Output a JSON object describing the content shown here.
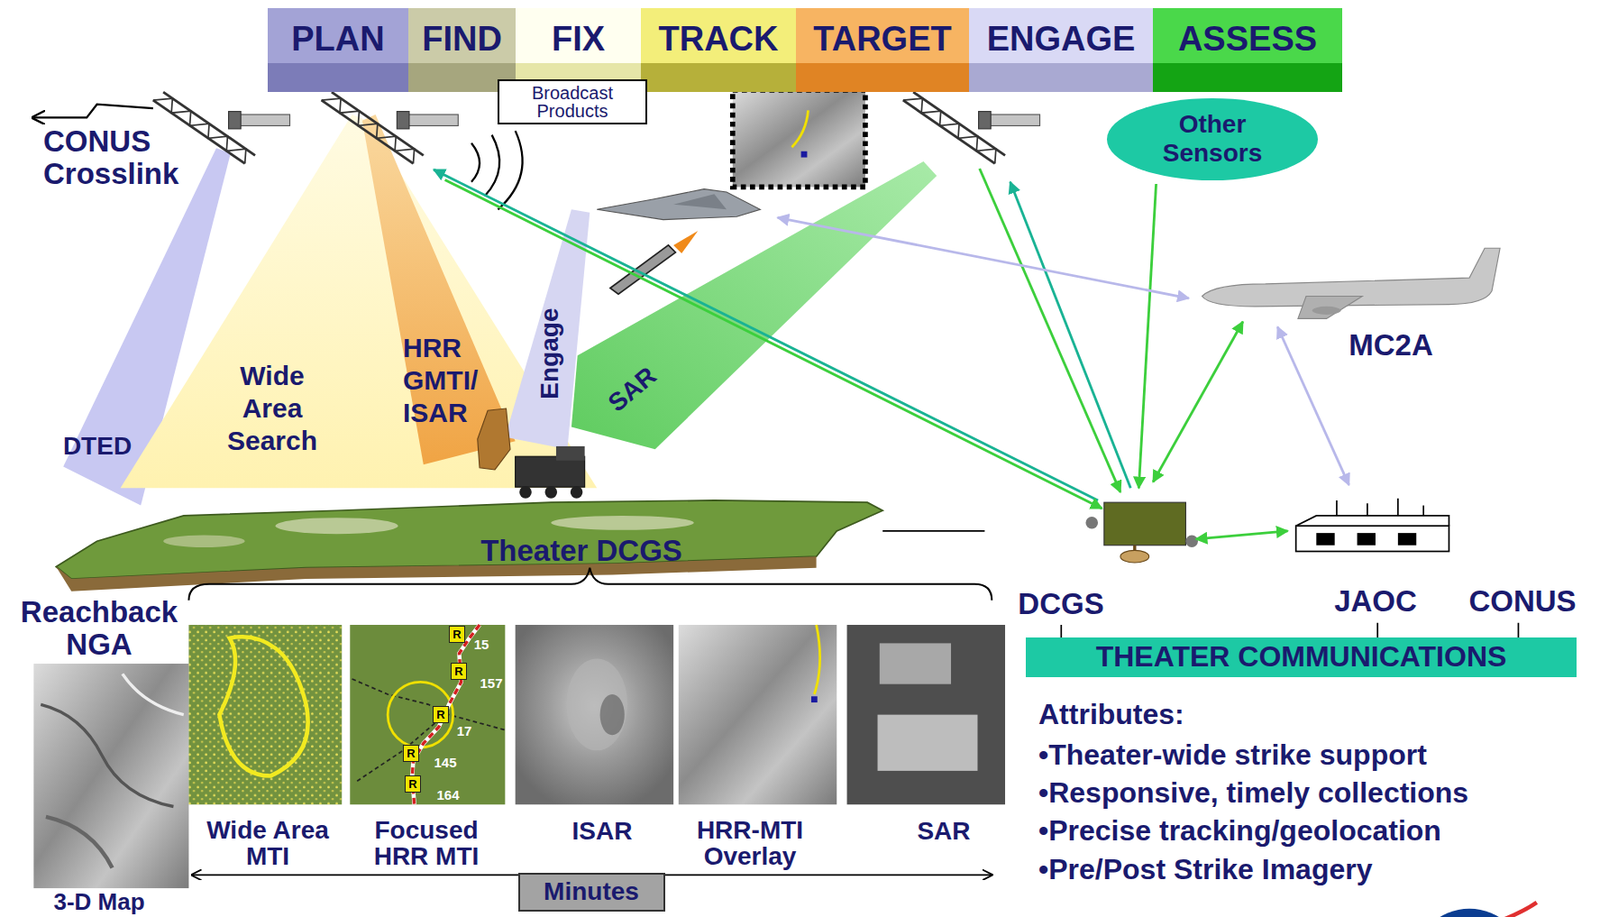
{
  "diagram": {
    "nodes": [
      {
        "text": [
          "PLAN"
        ]
      },
      {
        "text": [
          "FIND"
        ]
      },
      {
        "text": [
          "FIX"
        ]
      },
      {
        "text": [
          "TRACK"
        ]
      },
      {
        "text": [
          "TARGET"
        ]
      },
      {
        "text": [
          "ENGAGE"
        ]
      },
      {
        "text": [
          "ASSESS"
        ]
      },
      {
        "text": [
          "Broadcast Products"
        ]
      },
      {
        "text": [
          "Other Sensors"
        ]
      },
      {
        "text": [
          "THEATER COMMUNICATIONS"
        ]
      },
      {
        "text": [
          "R"
        ]
      },
      {
        "text": [
          "R"
        ]
      },
      {
        "text": [
          "R"
        ]
      },
      {
        "text": [
          "R"
        ]
      },
      {
        "text": [
          "R"
        ]
      },
      {
        "text": [
          "Minutes"
        ]
      }
    ],
    "labels": [
      "CONUS Crosslink",
      "DTED",
      "Wide Area Search",
      "HRR GMTI/ ISAR",
      "Engage",
      "SAR",
      "MC2A",
      "Theater DCGS",
      "Reachback NGA",
      "DCGS",
      "JAOC",
      "CONUS",
      "15",
      "157",
      "17",
      "145",
      "164",
      "3-D Map",
      "Wide Area MTI",
      "Focused HRR MTI",
      "ISAR",
      "HRR-MTI Overlay",
      "SAR",
      "Attributes:",
      "•Theater-wide strike support",
      "•Responsive, timely collections",
      "•Precise tracking/geolocation",
      "•Pre/Post Strike Imagery"
    ]
  }
}
